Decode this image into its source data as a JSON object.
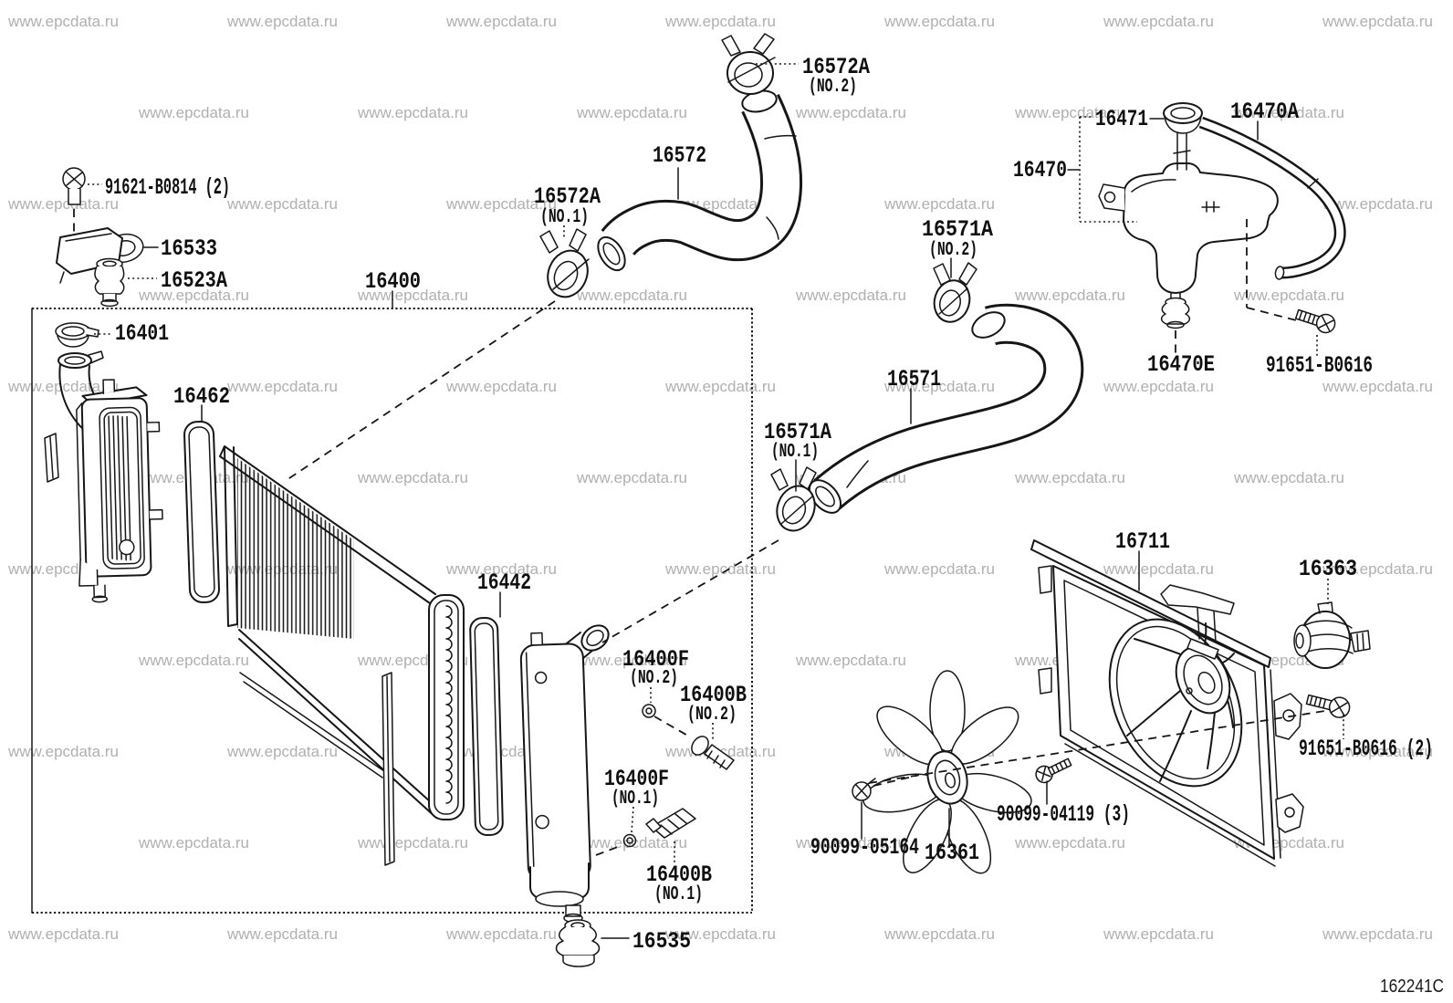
{
  "page": {
    "background": "#ffffff",
    "ink": "#161616",
    "watermark_color": "#b0b0b0"
  },
  "watermark": {
    "text": "www.epcdata.ru"
  },
  "diagram_code": {
    "text": "162241C"
  },
  "texts": [
    {
      "t": "91621-B0814 (2)"
    },
    {
      "t": "16533"
    },
    {
      "t": "16523A"
    },
    {
      "t": "16400"
    },
    {
      "t": "16401"
    },
    {
      "t": "16462"
    },
    {
      "t": "16442"
    },
    {
      "t": "16572"
    },
    {
      "t": "16572A"
    },
    {
      "t": "(NO.2)"
    },
    {
      "t": "16572A"
    },
    {
      "t": "(NO.1)"
    },
    {
      "t": "16571A"
    },
    {
      "t": "(NO.2)"
    },
    {
      "t": "16571"
    },
    {
      "t": "16571A"
    },
    {
      "t": "(NO.1)"
    },
    {
      "t": "16470"
    },
    {
      "t": "16471"
    },
    {
      "t": "16470A"
    },
    {
      "t": "16470E"
    },
    {
      "t": "91651-B0616"
    },
    {
      "t": "16711"
    },
    {
      "t": "16363"
    },
    {
      "t": "90099-05164"
    },
    {
      "t": "16361"
    },
    {
      "t": "90099-04119 (3)"
    },
    {
      "t": "91651-B0616 (2)"
    },
    {
      "t": "16400F"
    },
    {
      "t": "(NO.2)"
    },
    {
      "t": "16400B"
    },
    {
      "t": "(NO.2)"
    },
    {
      "t": "16400F"
    },
    {
      "t": "(NO.1)"
    },
    {
      "t": "16400B"
    },
    {
      "t": "(NO.1)"
    },
    {
      "t": "16535"
    }
  ]
}
